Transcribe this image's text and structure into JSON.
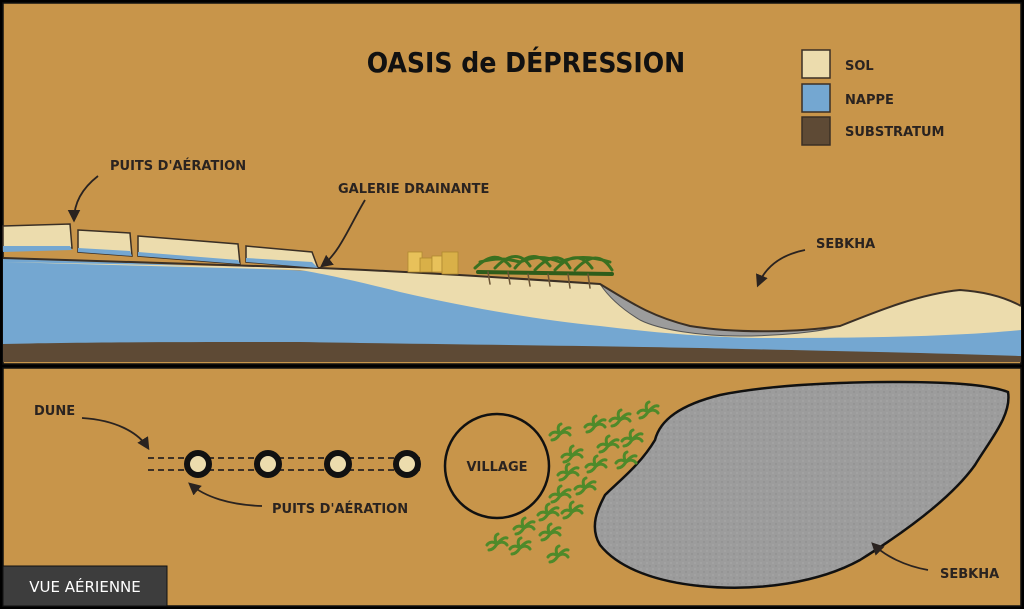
{
  "title": "OASIS de DÉPRESSION",
  "colors": {
    "background": "#c8954a",
    "sol": "#ecdcad",
    "nappe": "#74a7d1",
    "substratum": "#5e4a35",
    "sebkha": "#9c9c9c",
    "palm": "#4e8a2a"
  },
  "legend": [
    {
      "label": "SOL",
      "color": "#ecdcad"
    },
    {
      "label": "NAPPE",
      "color": "#74a7d1"
    },
    {
      "label": "SUBSTRATUM",
      "color": "#5e4a35"
    }
  ],
  "cross_section": {
    "labels": {
      "puits": "PUITS D'AÉRATION",
      "galerie": "GALERIE DRAINANTE",
      "sebkha": "SEBKHA"
    }
  },
  "aerial": {
    "labels": {
      "dune": "DUNE",
      "puits": "PUITS D'AÉRATION",
      "village": "VILLAGE",
      "sebkha": "SEBKHA"
    },
    "view_label": "VUE AÉRIENNE"
  }
}
